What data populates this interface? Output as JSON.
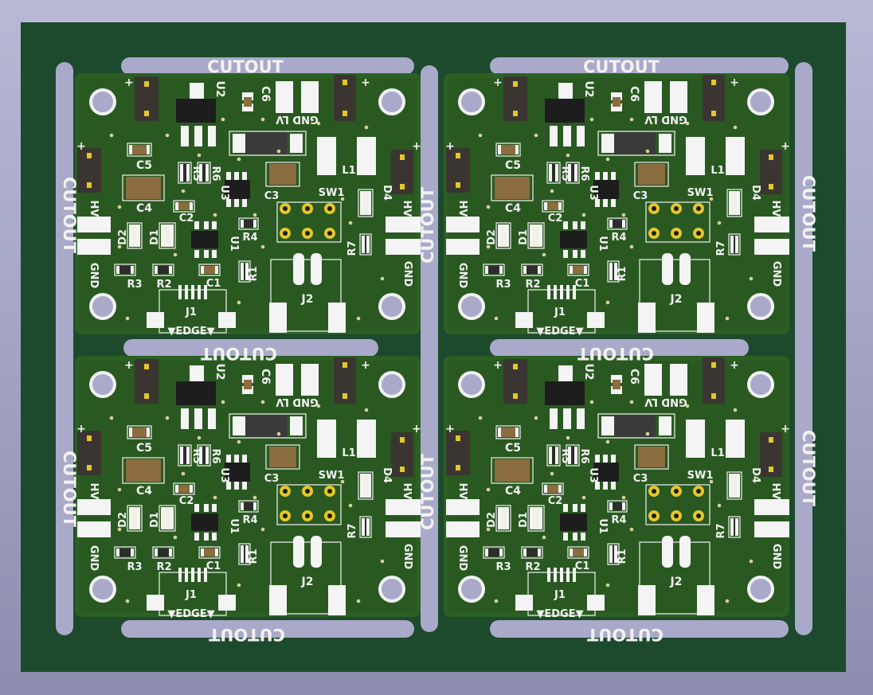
{
  "colors": {
    "frame": "#1d4a2c",
    "board": "#2c5f24",
    "board_dark": "#244f1e",
    "silk": "#f2f2f2",
    "pad": "#f4f4f4",
    "gold": "#e3c72a",
    "header": "#3a3530",
    "cutout": "#a9a9c9"
  },
  "panel": {
    "cutout_label": "CUTOUT"
  },
  "boards": [
    {
      "id": "top-left"
    },
    {
      "id": "top-right"
    },
    {
      "id": "bottom-left"
    },
    {
      "id": "bottom-right"
    }
  ],
  "board_labels": {
    "u2": "U2",
    "c6": "C6",
    "gnd_lv": "GND LV",
    "c5": "C5",
    "r5": "R5",
    "r6": "R6",
    "l1": "L1",
    "c4": "C4",
    "c2": "C2",
    "u3": "U3",
    "c3": "C3",
    "sw1": "SW1",
    "d4": "D4",
    "hv": "HV",
    "d2": "D2",
    "d1": "D1",
    "r4": "R4",
    "u1": "U1",
    "r7": "R7",
    "gnd": "GND",
    "r3": "R3",
    "r2": "R2",
    "c1": "C1",
    "r1": "R1",
    "j1": "J1",
    "j2": "J2",
    "edge": "▼EDGE▼",
    "plus": "+"
  }
}
